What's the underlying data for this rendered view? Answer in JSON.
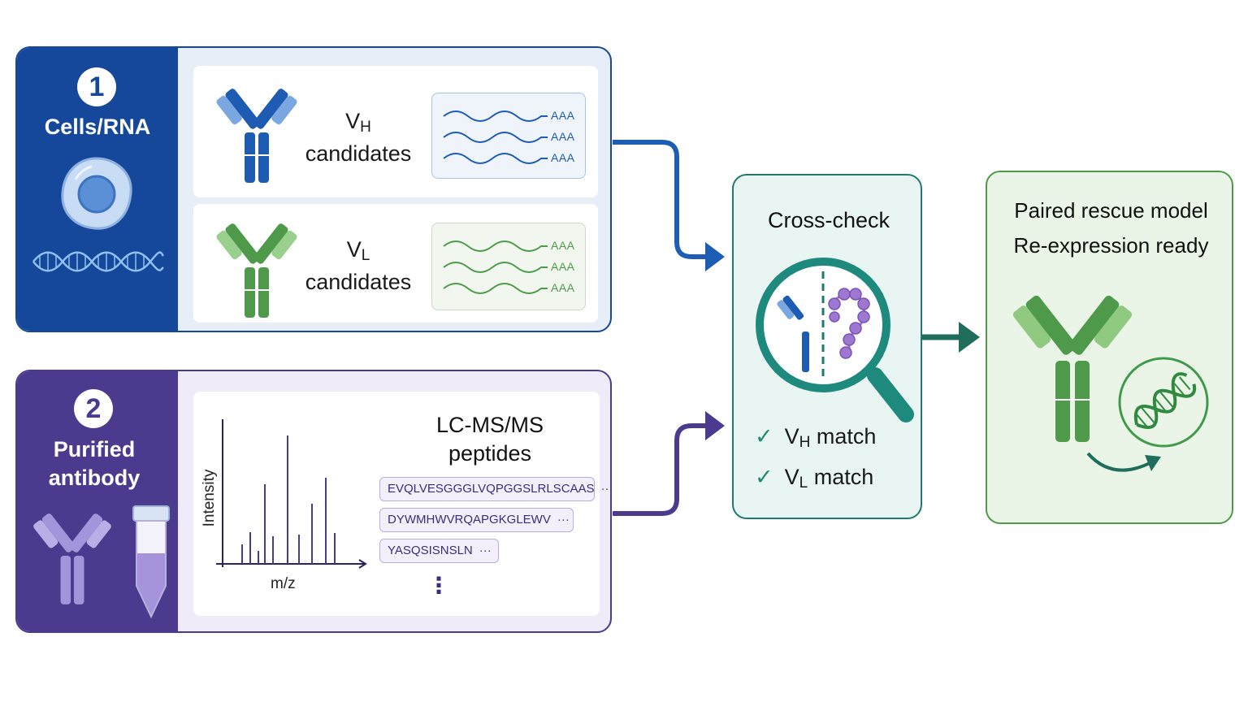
{
  "panel1": {
    "number": "1",
    "label": "Cells/RNA",
    "vh": {
      "symbol": "V",
      "subscript": "H",
      "text": "candidates",
      "tail": [
        "AAA",
        "AAA",
        "AAA"
      ]
    },
    "vl": {
      "symbol": "V",
      "subscript": "L",
      "text": "candidates",
      "tail": [
        "AAA",
        "AAA",
        "AAA"
      ]
    }
  },
  "panel2": {
    "number": "2",
    "label_line1": "Purified",
    "label_line2": "antibody",
    "ms_title_line1": "LC-MS/MS",
    "ms_title_line2": "peptides",
    "y_axis_label": "Intensity",
    "x_axis_label": "m/z",
    "peptides": [
      {
        "seq": "EVQLVESGGGLVQPGGSLRLSCAAS",
        "more": "···"
      },
      {
        "seq": "DYWMHWVRQAPGKGLEWV",
        "more": "···"
      },
      {
        "seq": "YASQSISNSLN",
        "more": "···"
      }
    ],
    "ellipsis": "⋮"
  },
  "crosscheck": {
    "title": "Cross-check",
    "matches": [
      {
        "check": "✓",
        "symbol": "V",
        "subscript": "H",
        "text": "match"
      },
      {
        "check": "✓",
        "symbol": "V",
        "subscript": "L",
        "text": "match"
      }
    ]
  },
  "result": {
    "title_line1": "Paired rescue model",
    "title_line2": "Re-expression ready"
  },
  "colors": {
    "blue": "#15489a",
    "purple": "#4b3a8e",
    "teal": "#1f7a6e",
    "green": "#4e9a4a"
  },
  "icons": [
    "antibody-icon",
    "cell-icon",
    "dna-icon",
    "vial-icon",
    "magnifier-icon",
    "peptide-chain-icon",
    "checkmark-icon"
  ]
}
